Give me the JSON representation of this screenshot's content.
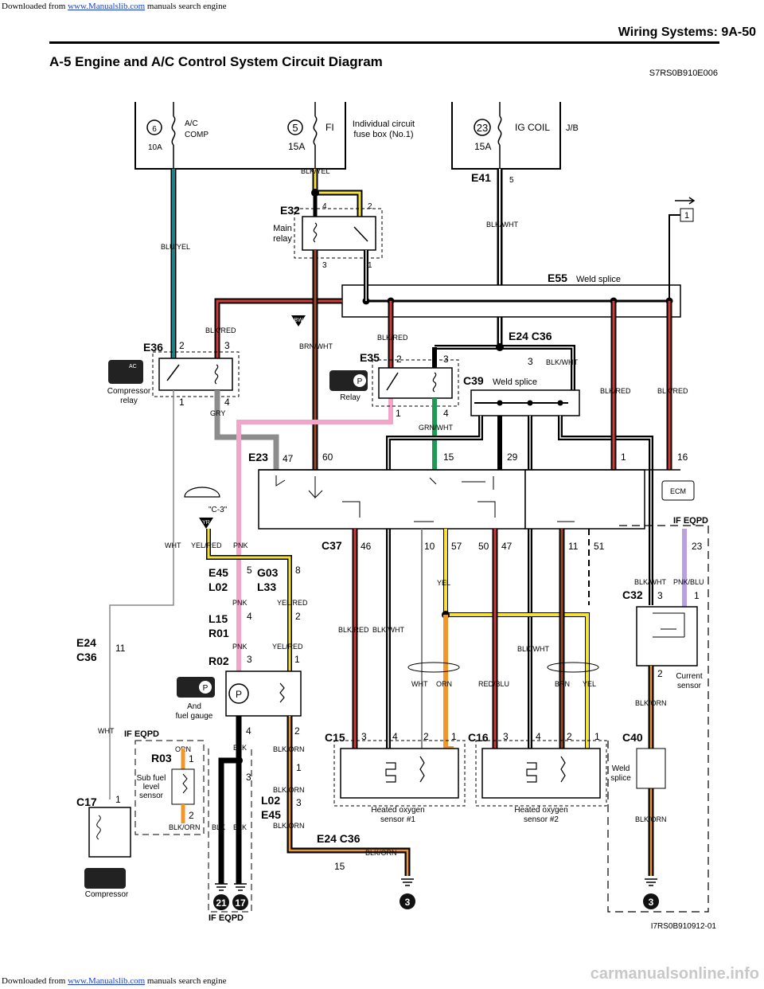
{
  "header": {
    "download_prefix": "Downloaded from ",
    "download_link": "www.Manualslib.com",
    "download_suffix": " manuals search engine",
    "section_title": "Wiring Systems:",
    "page_number": "9A-50"
  },
  "title": "A-5 Engine and A/C Control System Circuit Diagram",
  "doc_code": "S7RS0B910E006",
  "figure_code": "I7RS0B910912-01",
  "watermark": "carmanualsonline.info",
  "fuses": {
    "ac_comp": {
      "number": "6",
      "label1": "A/C",
      "label2": "COMP",
      "rating": "10A"
    },
    "fi": {
      "number": "5",
      "label": "FI",
      "rating": "15A"
    },
    "fuse_box": {
      "line1": "Individual circuit",
      "line2": "fuse box (No.1)"
    },
    "ig_coil": {
      "number": "23",
      "label": "IG COIL",
      "rating": "15A"
    },
    "jb": "J/B"
  },
  "connectors": {
    "e41": "E41",
    "e41_pin": "5",
    "e32": "E32",
    "e55": "E55",
    "e36": "E36",
    "e35": "E35",
    "e24c36_top": "E24 C36",
    "c39": "C39",
    "e23": "E23",
    "c37": "C37",
    "e45": "E45",
    "l02": "L02",
    "g03": "G03",
    "l33": "L33",
    "l15": "L15",
    "r01": "R01",
    "r02": "R02",
    "e24_side": "E24",
    "c36_side": "C36",
    "r03": "R03",
    "c17": "C17",
    "l02_b": "L02",
    "e45_b": "E45",
    "e24c36_bottom": "E24 C36",
    "c15": "C15",
    "c16": "C16",
    "c32": "C32",
    "c40": "C40"
  },
  "labels": {
    "main_relay": [
      "Main",
      "relay"
    ],
    "weld_splice": "Weld splice",
    "compressor_relay": [
      "Compressor",
      "relay"
    ],
    "relay": "Relay",
    "c3": "\"C-3\"",
    "and_fuel_gauge": [
      "And",
      "fuel gauge"
    ],
    "sub_fuel_sensor": [
      "Sub fuel",
      "level",
      "sensor"
    ],
    "compressor": "Compressor",
    "heated_o2_1": [
      "Heated oxygen",
      "sensor #1"
    ],
    "heated_o2_2": [
      "Heated oxygen",
      "sensor #2"
    ],
    "current_sensor": [
      "Current",
      "sensor"
    ],
    "weld_splice_2": [
      "Weld",
      "splice"
    ],
    "if_eqpd": "IF EQPD",
    "ecm": "ECM",
    "bw": "BW",
    "yr": "YR",
    "ac": "AC",
    "p": "P",
    "ref_1": "1"
  },
  "ground_numbers": [
    "21",
    "17",
    "3",
    "3"
  ],
  "wires": {
    "blk_yel": "BLK/YEL",
    "blu_yel": "BLU/YEL",
    "blk_wht": "BLK/WHT",
    "blk_red": "BLK/RED",
    "brn_wht": "BRN/WHT",
    "gry": "GRY",
    "grn_wht": "GRN/WHT",
    "wht": "WHT",
    "yel_red": "YEL/RED",
    "pnk": "PNK",
    "yel": "YEL",
    "orn": "ORN",
    "red_blu": "RED/BLU",
    "brn": "BRN",
    "blk": "BLK",
    "blk_orn": "BLK/ORN",
    "pnk_blu": "PNK/BLU"
  },
  "pins": {
    "e32": [
      "4",
      "2",
      "3",
      "1"
    ],
    "e36": [
      "2",
      "3",
      "1",
      "4"
    ],
    "e35": [
      "2",
      "3",
      "1",
      "4"
    ],
    "e24c36": "3",
    "e23": [
      "47",
      "60",
      "15",
      "29",
      "1",
      "16"
    ],
    "c37": [
      "46",
      "10",
      "57",
      "50",
      "47",
      "11",
      "51",
      "23"
    ],
    "e45": "5",
    "g03": "8",
    "l15": "4",
    "l15b": "2",
    "e24_side": "11",
    "r02": [
      "3",
      "1",
      "4",
      "2"
    ],
    "r03": [
      "1",
      "2"
    ],
    "c17": "1",
    "l02_b": [
      "3",
      "1",
      "3"
    ],
    "e24c36_b": "15",
    "c15": [
      "3",
      "4",
      "2",
      "1"
    ],
    "c16": [
      "3",
      "4",
      "2",
      "1"
    ],
    "c32": [
      "3",
      "1",
      "2"
    ]
  },
  "colors": {
    "blu_yel": "#1f7f86",
    "yellow": "#f2e23a",
    "brown": "#9a4a2a",
    "red": "#d23a3a",
    "pink": "#f2a5c8",
    "grey": "#8c8c8c",
    "green": "#1e9a55",
    "orange": "#f0962a",
    "purple": "#b9a0e0",
    "relay_icon": "#222222"
  }
}
